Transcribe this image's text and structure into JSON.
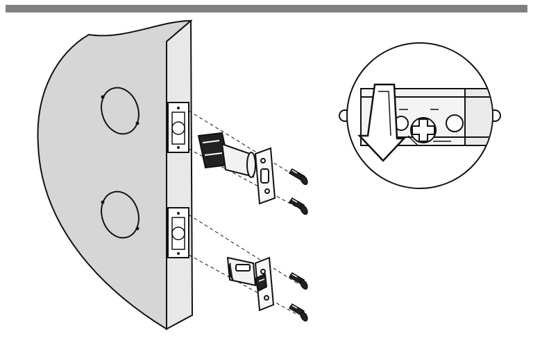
{
  "colors": {
    "header_bar": "#808080",
    "door_fill": "#d6d6d6",
    "edge_fill": "#e8e8e8",
    "line": "#111111",
    "hardware_dark": "#222222",
    "background": "#ffffff"
  },
  "figure": {
    "components": [
      "door",
      "upper-bore-hole",
      "lower-bore-hole",
      "deadbolt-latch",
      "spring-latch",
      "mounting-screws",
      "detail-callout"
    ],
    "screw_count": 4,
    "detail_arrow_direction": "down"
  }
}
